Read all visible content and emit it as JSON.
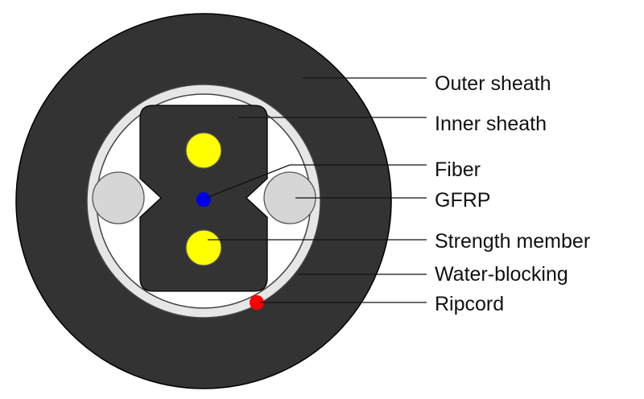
{
  "diagram": {
    "labels": {
      "outer_sheath": "Outer sheath",
      "inner_sheath": "Inner sheath",
      "fiber": "Fiber",
      "gfrp": "GFRP",
      "strength_member": "Strength member",
      "water_blocking": "Water-blocking",
      "ripcord": "Ripcord"
    },
    "colors": {
      "outer_sheath": "#333333",
      "water_blocking_ring": "#e6e6e6",
      "inner_sheath": "#333333",
      "strength_member": "#ffff00",
      "fiber": "#0000ee",
      "gfrp": "#d6d6d6",
      "ripcord": "#ff0000"
    }
  }
}
